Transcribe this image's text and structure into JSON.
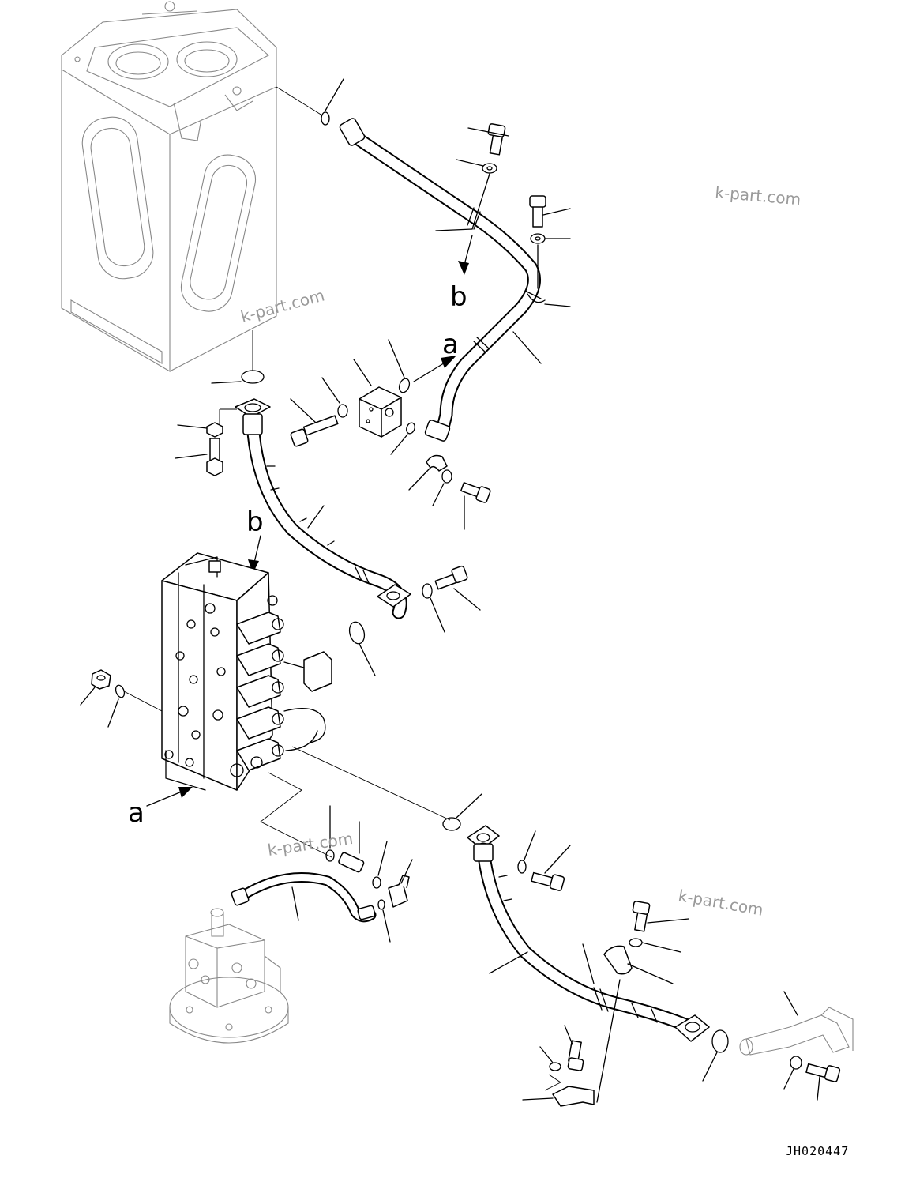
{
  "callouts": {
    "b_upper": "b",
    "a_upper": "a",
    "b_lower": "b",
    "a_lower": "a"
  },
  "watermarks": [
    "k-part.com",
    "k-part.com",
    "k-part.com",
    "k-part.com"
  ],
  "drawing_number": "JH020447"
}
